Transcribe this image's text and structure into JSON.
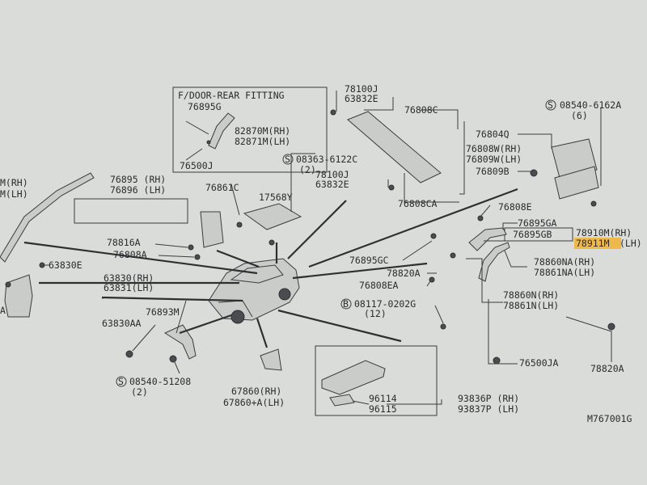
{
  "colors": {
    "paper": "#d9dcd8",
    "ink": "#2a2c2e",
    "highlight": "#f2b233"
  },
  "box_title": "F/DOOR-REAR FITTING",
  "drawing_code": "M767001G",
  "labels": {
    "p76895G": "76895G",
    "p82870M": "82870M(RH)",
    "p82871M": "82871M(LH)",
    "p76500J": "76500J",
    "p78100J_a": "78100J",
    "p63832E_a": "63832E",
    "p76808C": "76808C",
    "s08363_6122C": "08363-6122C",
    "s08363_qty": "(2)",
    "p78100J_b": "78100J",
    "p63832E_b": "63832E",
    "p76808CA": "76808CA",
    "s08540_6162A": "08540-6162A",
    "s08540_6162A_qty": "(6)",
    "p76804Q": "76804Q",
    "p76808W": "76808W(RH)",
    "p76809W": "76809W(LH)",
    "p76809B": "76809B",
    "p76808E": "76808E",
    "p76895GA": "76895GA",
    "p76895GB": "76895GB",
    "p78910M": "78910M(RH)",
    "p78911M": "78911M",
    "p78911M_lh": "(LH)",
    "p76895GC": "76895GC",
    "p78820A_a": "78820A",
    "p76808EA": "76808EA",
    "p78860NA": "78860NA(RH)",
    "p78861NA": "78861NA(LH)",
    "p78860N": "78860N(RH)",
    "p78861N": "78861N(LH)",
    "b08117_0202G": "08117-0202G",
    "b08117_qty": "(12)",
    "p76500JA": "76500JA",
    "p78820A_b": "78820A",
    "p76895": "76895 (RH)",
    "p76896": "76896 (LH)",
    "p76861C": "76861C",
    "p17568Y": "17568Y",
    "p78816A": "78816A",
    "p76808A": "76808A",
    "p63830E": "63830E",
    "pM_RH": "M(RH)",
    "pM_LH": "M(LH)",
    "p63830": "63830(RH)",
    "p63831": "63831(LH)",
    "p76893M": "76893M",
    "p63830AA": "63830AA",
    "s08540_51208": "08540-51208",
    "s08540_51208_qty": "(2)",
    "p67860": "67860(RH)",
    "p67860A": "67860+A(LH)",
    "p96114": "96114",
    "p96115": "96115",
    "p93836P": "93836P (RH)",
    "p93837P": "93837P (LH)",
    "edge_A": "A"
  },
  "symbols": {
    "screw": "S",
    "bolt": "B"
  }
}
